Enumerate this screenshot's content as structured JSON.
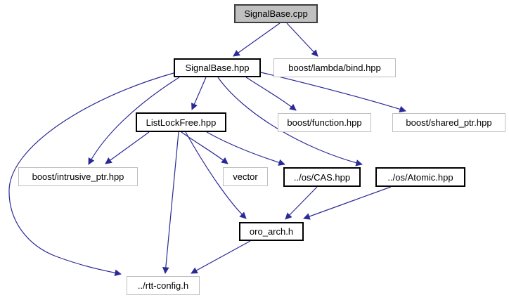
{
  "diagram": {
    "type": "include-dependency-graph",
    "root_file": "SignalBase.cpp",
    "colors": {
      "edge": "#2a2a96",
      "root_fill": "#c0c0c0",
      "node_fill": "#ffffff",
      "internal_border": "#000000",
      "external_border": "#bebebe"
    },
    "nodes": [
      {
        "id": "signalbase-cpp",
        "label": "SignalBase.cpp",
        "type": "root"
      },
      {
        "id": "signalbase-hpp",
        "label": "SignalBase.hpp",
        "type": "internal"
      },
      {
        "id": "boost-lambda-bind",
        "label": "boost/lambda/bind.hpp",
        "type": "external"
      },
      {
        "id": "listlockfree",
        "label": "ListLockFree.hpp",
        "type": "internal"
      },
      {
        "id": "boost-function",
        "label": "boost/function.hpp",
        "type": "external"
      },
      {
        "id": "boost-shared-ptr",
        "label": "boost/shared_ptr.hpp",
        "type": "external"
      },
      {
        "id": "boost-intrusive-ptr",
        "label": "boost/intrusive_ptr.hpp",
        "type": "external"
      },
      {
        "id": "vector",
        "label": "vector",
        "type": "external"
      },
      {
        "id": "os-cas",
        "label": "../os/CAS.hpp",
        "type": "internal"
      },
      {
        "id": "os-atomic",
        "label": "../os/Atomic.hpp",
        "type": "internal"
      },
      {
        "id": "oro-arch",
        "label": "oro_arch.h",
        "type": "internal"
      },
      {
        "id": "rtt-config",
        "label": "../rtt-config.h",
        "type": "external"
      }
    ],
    "edges": [
      {
        "from": "SignalBase.cpp",
        "to": "SignalBase.hpp"
      },
      {
        "from": "SignalBase.cpp",
        "to": "boost/lambda/bind.hpp"
      },
      {
        "from": "SignalBase.hpp",
        "to": "ListLockFree.hpp"
      },
      {
        "from": "SignalBase.hpp",
        "to": "boost/function.hpp"
      },
      {
        "from": "SignalBase.hpp",
        "to": "boost/shared_ptr.hpp"
      },
      {
        "from": "SignalBase.hpp",
        "to": "boost/intrusive_ptr.hpp"
      },
      {
        "from": "SignalBase.hpp",
        "to": "../os/Atomic.hpp"
      },
      {
        "from": "SignalBase.hpp",
        "to": "../rtt-config.h"
      },
      {
        "from": "ListLockFree.hpp",
        "to": "boost/intrusive_ptr.hpp"
      },
      {
        "from": "ListLockFree.hpp",
        "to": "vector"
      },
      {
        "from": "ListLockFree.hpp",
        "to": "../os/CAS.hpp"
      },
      {
        "from": "ListLockFree.hpp",
        "to": "oro_arch.h"
      },
      {
        "from": "ListLockFree.hpp",
        "to": "../rtt-config.h"
      },
      {
        "from": "../os/CAS.hpp",
        "to": "oro_arch.h"
      },
      {
        "from": "../os/Atomic.hpp",
        "to": "oro_arch.h"
      },
      {
        "from": "oro_arch.h",
        "to": "../rtt-config.h"
      }
    ]
  }
}
